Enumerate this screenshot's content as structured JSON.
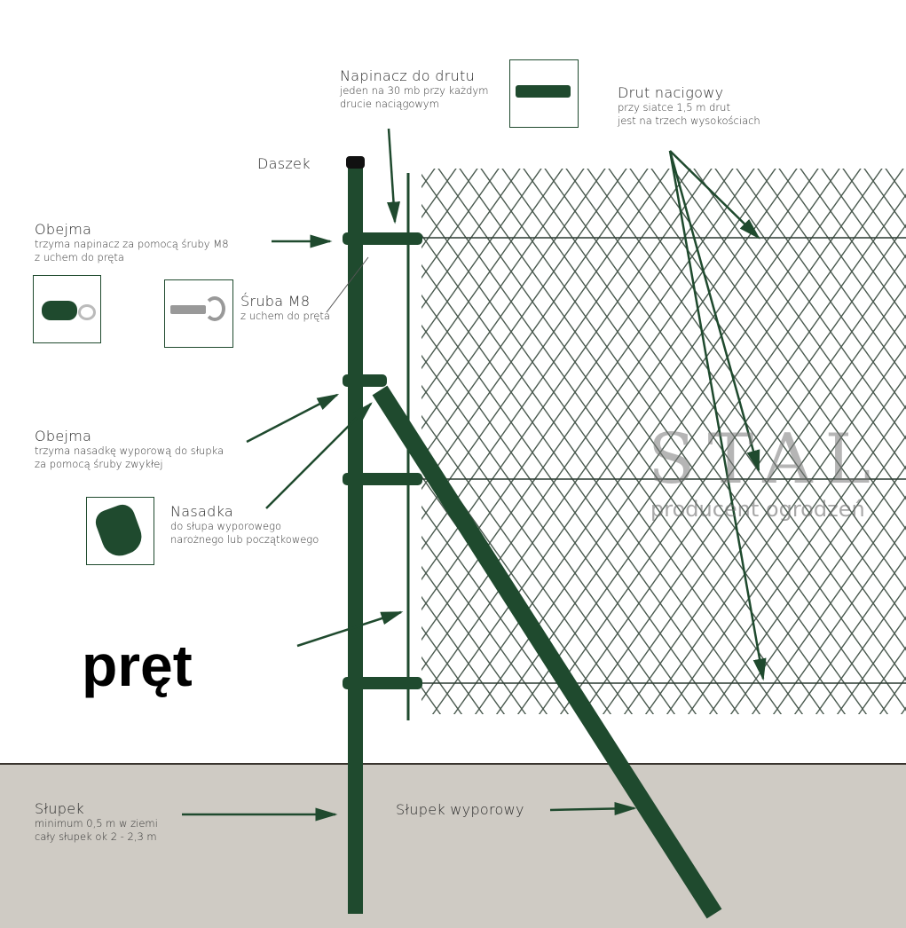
{
  "labels": {
    "napinacz": {
      "title": "Napinacz do drutu",
      "desc1": "jeden na 30 mb przy każdym",
      "desc2": "drucie naciągowym"
    },
    "drut": {
      "title": "Drut nacigowy",
      "desc1": "przy siatce 1,5 m drut",
      "desc2": "jest na trzech wysokościach"
    },
    "daszek": {
      "title": "Daszek"
    },
    "obejma1": {
      "title": "Obejma",
      "desc1": "trzyma napinacz za pomocą śruby M8",
      "desc2": "z uchem do pręta"
    },
    "sruba": {
      "title": "Śruba M8",
      "desc1": "z uchem do pręta"
    },
    "obejma2": {
      "title": "Obejma",
      "desc1": "trzyma nasadkę wyporową do słupka",
      "desc2": "za pomocą śruby zwykłej"
    },
    "nasadka": {
      "title": "Nasadka",
      "desc1": "do słupa wyporowego",
      "desc2": "narożnego lub początkowego"
    },
    "pret": "pręt",
    "slupek": {
      "title": "Słupek",
      "desc1": "minimum 0,5 m w ziemi",
      "desc2": "cały słupek ok 2 - 2,3 m"
    },
    "slupek_wyporowy": {
      "title": "Słupek wyporowy"
    }
  },
  "watermark": {
    "brand": "STAL",
    "tagline": "producent ogrodzeń"
  },
  "colors": {
    "green": "#1f4a2e",
    "ground": "#cfcbc4"
  }
}
